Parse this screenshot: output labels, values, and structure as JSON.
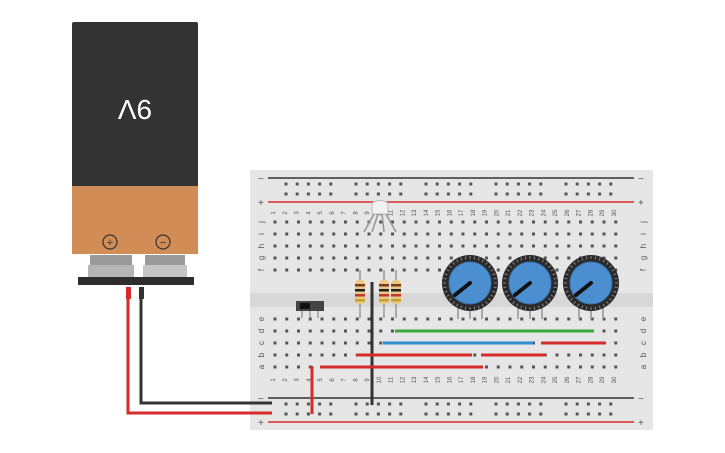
{
  "battery": {
    "label": "9V",
    "positive_symbol": "+",
    "negative_symbol": "−",
    "colors": {
      "body": "#333333",
      "band": "#d18d55",
      "terminal": "#b5b5b5"
    }
  },
  "breadboard": {
    "rail_minus": "−",
    "rail_plus": "+",
    "column_numbers": [
      "1",
      "2",
      "3",
      "4",
      "5",
      "6",
      "7",
      "8",
      "9",
      "10",
      "11",
      "12",
      "13",
      "14",
      "15",
      "16",
      "17",
      "18",
      "19",
      "20",
      "21",
      "22",
      "23",
      "24",
      "25",
      "26",
      "27",
      "28",
      "29",
      "30"
    ],
    "row_letters_top": [
      "j",
      "i",
      "h",
      "g",
      "f"
    ],
    "row_letters_bottom": [
      "e",
      "d",
      "c",
      "b",
      "a"
    ],
    "colors": {
      "board": "#e6e6e6",
      "rail_red": "#d62b2b",
      "rail_dark": "#333333"
    }
  },
  "components": {
    "led": "RGB LED",
    "switch": "slide switch",
    "resistors": 3,
    "potentiometers": 3
  },
  "wire_colors": {
    "red": "#d62b2b",
    "black": "#333333",
    "green": "#3ca93c",
    "blue": "#2f8fd0"
  }
}
